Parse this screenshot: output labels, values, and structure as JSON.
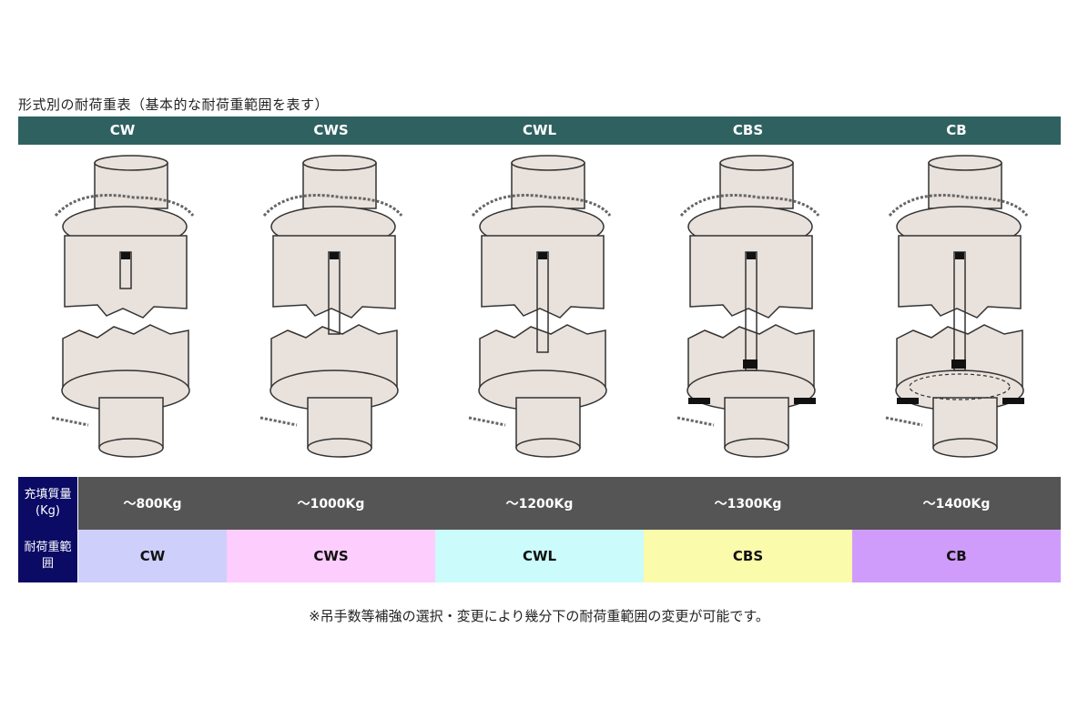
{
  "title": "形式別の耐荷重表（基本的な耐荷重範囲を表す）",
  "types": [
    {
      "code": "CW",
      "capacity": "～800Kg",
      "range": "CW",
      "color": "#cfcffb"
    },
    {
      "code": "CWS",
      "capacity": "～1000Kg",
      "range": "CWS",
      "color": "#fdcdfd"
    },
    {
      "code": "CWL",
      "capacity": "～1200Kg",
      "range": "CWL",
      "color": "#ccfbfb"
    },
    {
      "code": "CBS",
      "capacity": "～1300Kg",
      "range": "CBS",
      "color": "#fbfbac"
    },
    {
      "code": "CB",
      "capacity": "～1400Kg",
      "range": "CB",
      "color": "#cf9cfb"
    }
  ],
  "row_labels": {
    "capacity": "充填質量(Kg)",
    "range": "耐荷重範囲"
  },
  "footnote": "※吊手数等補強の選択・変更により幾分下の耐荷重範囲の変更が可能です。",
  "colors": {
    "header": "#2f6161",
    "label_bg": "#0b0b66",
    "capacity_bg": "#555555"
  }
}
